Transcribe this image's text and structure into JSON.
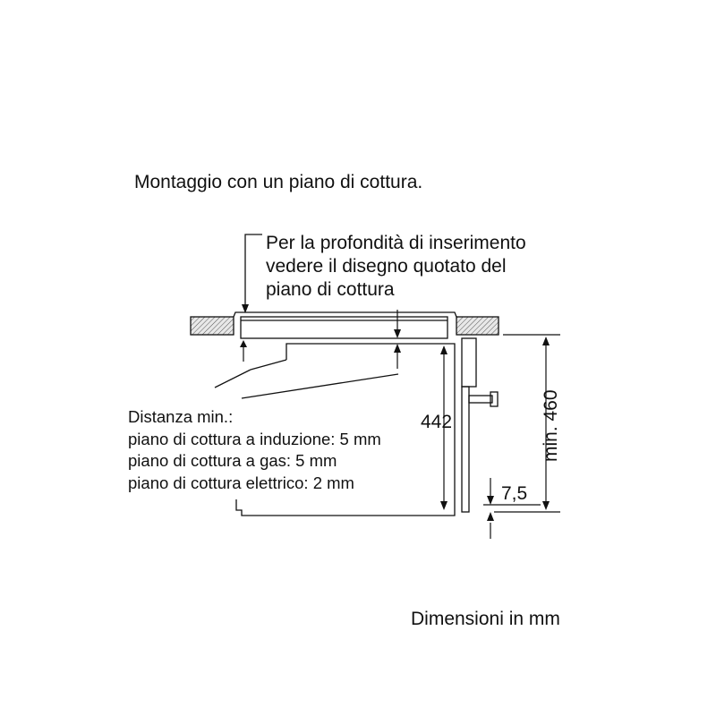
{
  "title": "Montaggio con un piano di cottura.",
  "note_lines": [
    "Per la profondità di inserimento",
    "vedere il disegno quotato del",
    "piano di cottura"
  ],
  "distance": {
    "heading": "Distanza min.:",
    "lines": [
      "piano di cottura a induzione: 5 mm",
      "piano di cottura a gas: 5 mm",
      "piano di cottura elettrico: 2 mm"
    ]
  },
  "dimensions": {
    "height_442": "442",
    "min_460": "min. 460",
    "offset_7_5": "7,5"
  },
  "units_note": "Dimensioni in mm",
  "colors": {
    "line": "#111111",
    "hatch_fill": "#e8e8e8",
    "background": "#ffffff"
  }
}
